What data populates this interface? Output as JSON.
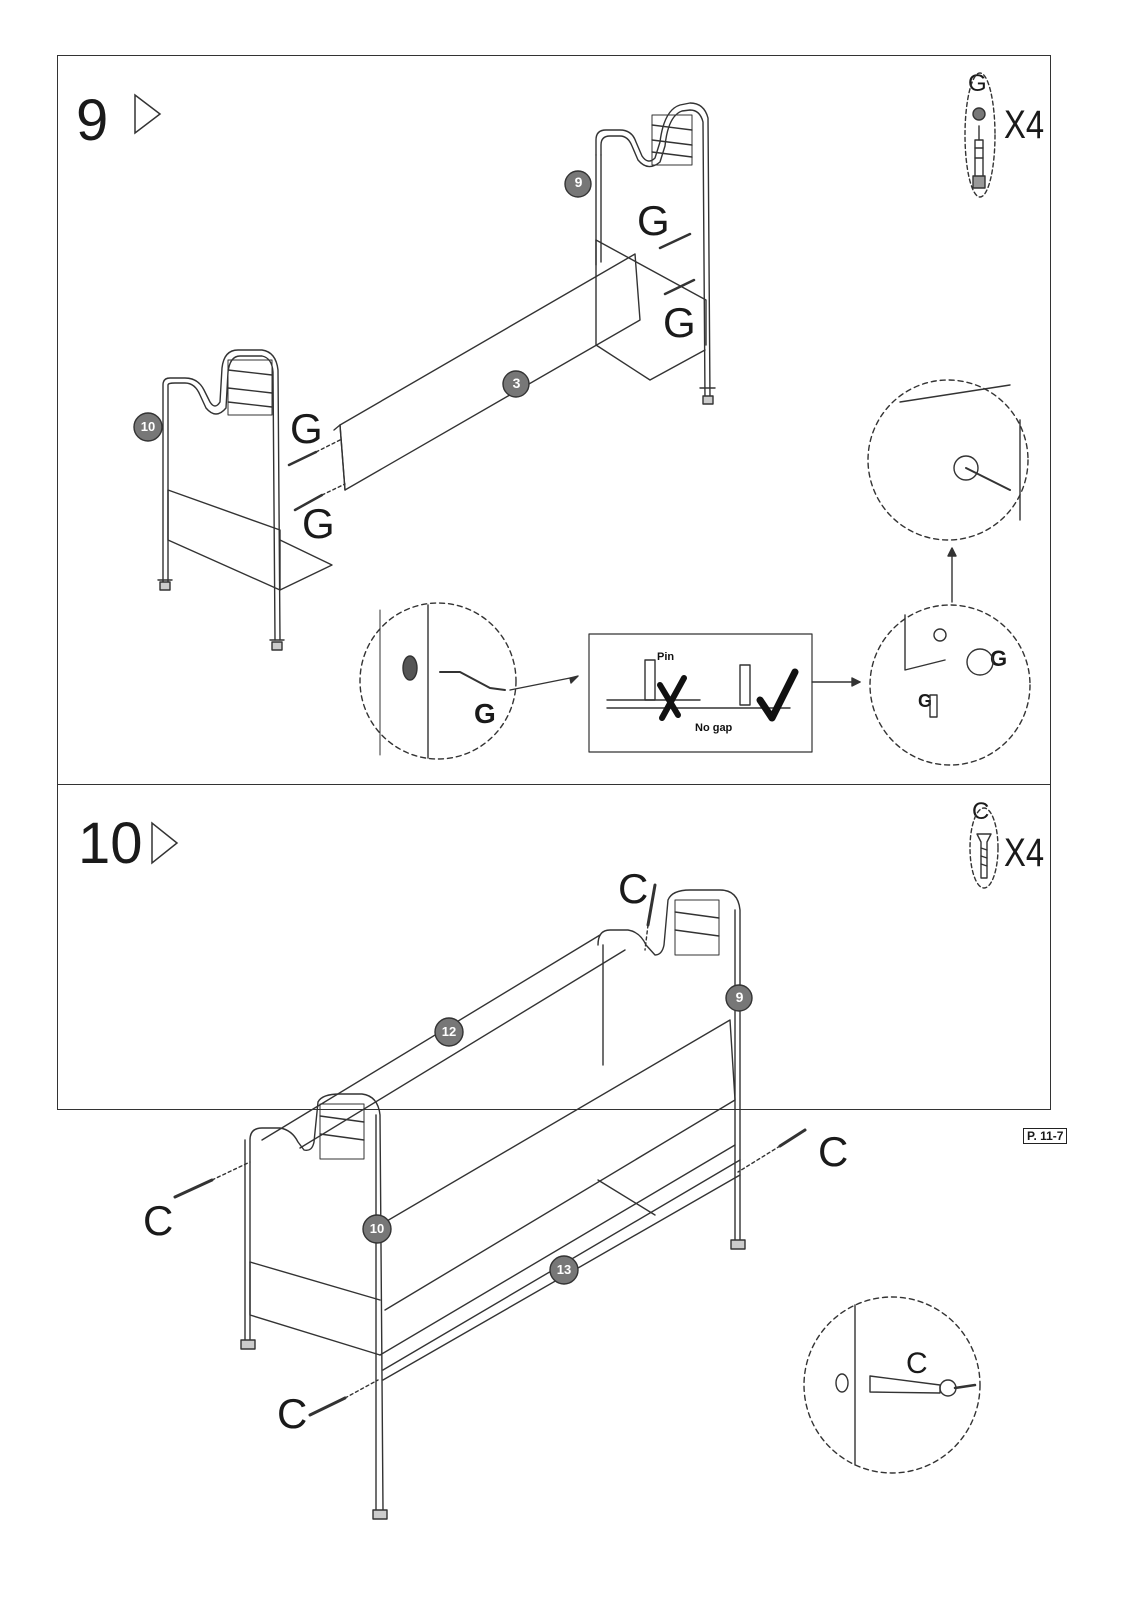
{
  "steps": [
    {
      "number": "9",
      "hardware": {
        "letter": "G",
        "quantity": "X4"
      },
      "labels": {
        "fitting": "G"
      },
      "parts": {
        "right_end": "9",
        "left_end": "10",
        "back_panel": "3"
      },
      "detail": {
        "pin": "Pin",
        "no_gap": "No gap"
      }
    },
    {
      "number": "10",
      "hardware": {
        "letter": "C",
        "quantity": "X4"
      },
      "labels": {
        "screw": "C"
      },
      "parts": {
        "right_end": "9",
        "left_end": "10",
        "top_rail": "12",
        "bottom_rail": "13"
      }
    }
  ],
  "page": {
    "number": "P. 11-7"
  }
}
